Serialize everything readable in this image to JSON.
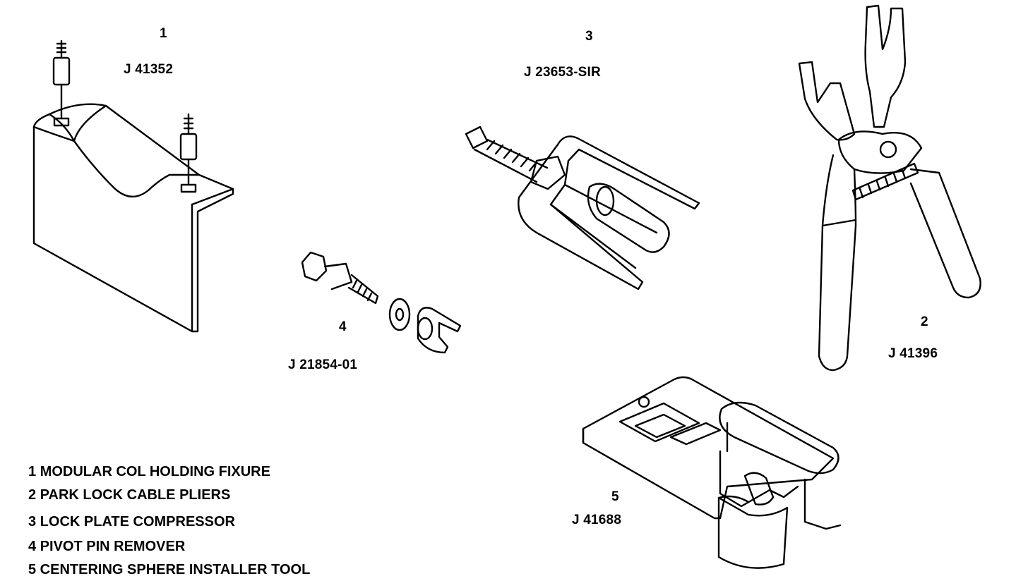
{
  "tools": [
    {
      "number": "1",
      "part_number": "J 41352"
    },
    {
      "number": "2",
      "part_number": "J 41396"
    },
    {
      "number": "3",
      "part_number": "J 23653-SIR"
    },
    {
      "number": "4",
      "part_number": "J 21854-01"
    },
    {
      "number": "5",
      "part_number": "J 41688"
    }
  ],
  "legend": [
    "1 MODULAR COL HOLDING FIXURE",
    "2 PARK LOCK CABLE PLIERS",
    "3 LOCK PLATE COMPRESSOR",
    "4 PIVOT PIN REMOVER",
    "5 CENTERING SPHERE INSTALLER TOOL"
  ],
  "colors": {
    "ink": "#000000",
    "paper": "#ffffff"
  }
}
